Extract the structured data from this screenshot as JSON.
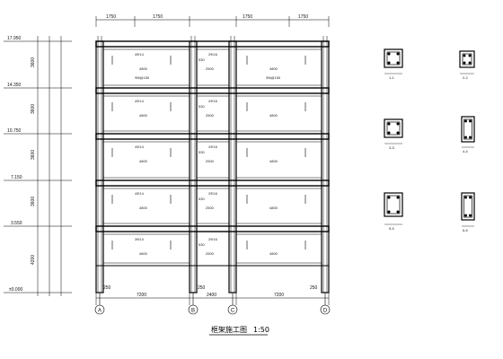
{
  "caption": {
    "title": "框架施工图",
    "scale": "1:50"
  },
  "axes": [
    "A",
    "B",
    "C",
    "D"
  ],
  "bay_widths": {
    "outer_left": "7200",
    "middle": "2400",
    "outer_right": "7200"
  },
  "top_dims": [
    "1750",
    "1750",
    "1750",
    "1750"
  ],
  "elevations": [
    "17.950",
    "14.350",
    "10.750",
    "7.150",
    "3.550",
    "±0.000"
  ],
  "storey_heights": [
    "3600",
    "3600",
    "3600",
    "3600",
    "4200"
  ],
  "bottom_dims": [
    "250",
    "250",
    "250"
  ],
  "beam_rebar_left": [
    "4Φ14",
    "4Φ14",
    "4Φ14",
    "4Φ14",
    "3Φ14"
  ],
  "beam_rebar_mid": [
    "2Φ16",
    "2Φ16",
    "2Φ16",
    "2Φ16",
    "2Φ16"
  ],
  "beam_span_left": [
    "4800",
    "4800",
    "4800",
    "4800",
    "4800"
  ],
  "beam_span_mid": [
    "2500",
    "2500",
    "2500",
    "2500",
    "2500"
  ],
  "beam_span_right": [
    "4800",
    "4800",
    "4800",
    "4800",
    "4800"
  ],
  "stirrup_note": "Φ8@150",
  "section_labels": [
    "1-1",
    "2-2",
    "3-3",
    "4-4",
    "5-5",
    "6-6"
  ],
  "support_sizes": [
    "530",
    "530",
    "530",
    "530",
    "530"
  ]
}
